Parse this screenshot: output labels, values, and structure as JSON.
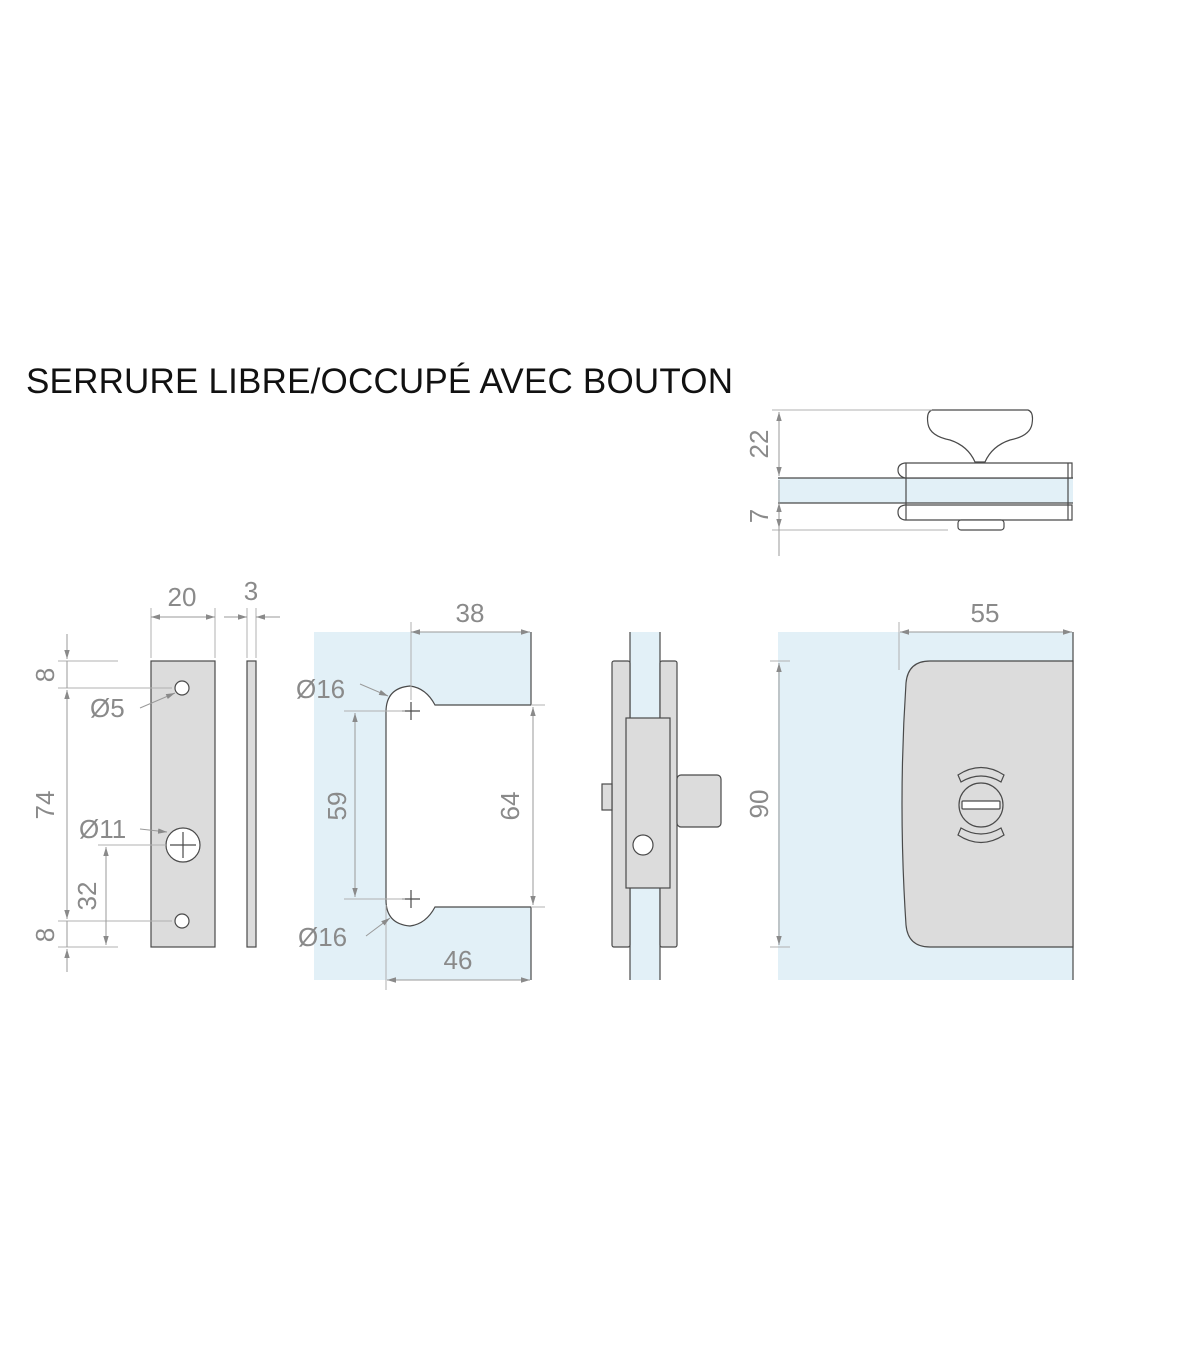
{
  "title": "SERRURE LIBRE/OCCUPÉ AVEC BOUTON",
  "colors": {
    "glass": "#e2f0f7",
    "part": "#dcdcdc",
    "dimension": "#8a8a8a",
    "outline": "#4a4a4a"
  },
  "side_view": {
    "dims": {
      "knob_height": "22",
      "glass_thickness": "7"
    }
  },
  "strike_plate": {
    "dims": {
      "width": "20",
      "thickness": "3",
      "top_offset": "8",
      "hole_spacing": "74",
      "bottom_offset": "8",
      "center_hole_height": "32"
    },
    "holes": {
      "small": "Ø5",
      "large": "Ø11"
    }
  },
  "cutout": {
    "dims": {
      "top_width": "38",
      "bottom_width": "46",
      "center_distance": "59",
      "height": "64"
    },
    "holes": {
      "top": "Ø16",
      "bottom": "Ø16"
    }
  },
  "front_view": {
    "dims": {
      "width": "55",
      "height": "90"
    }
  }
}
